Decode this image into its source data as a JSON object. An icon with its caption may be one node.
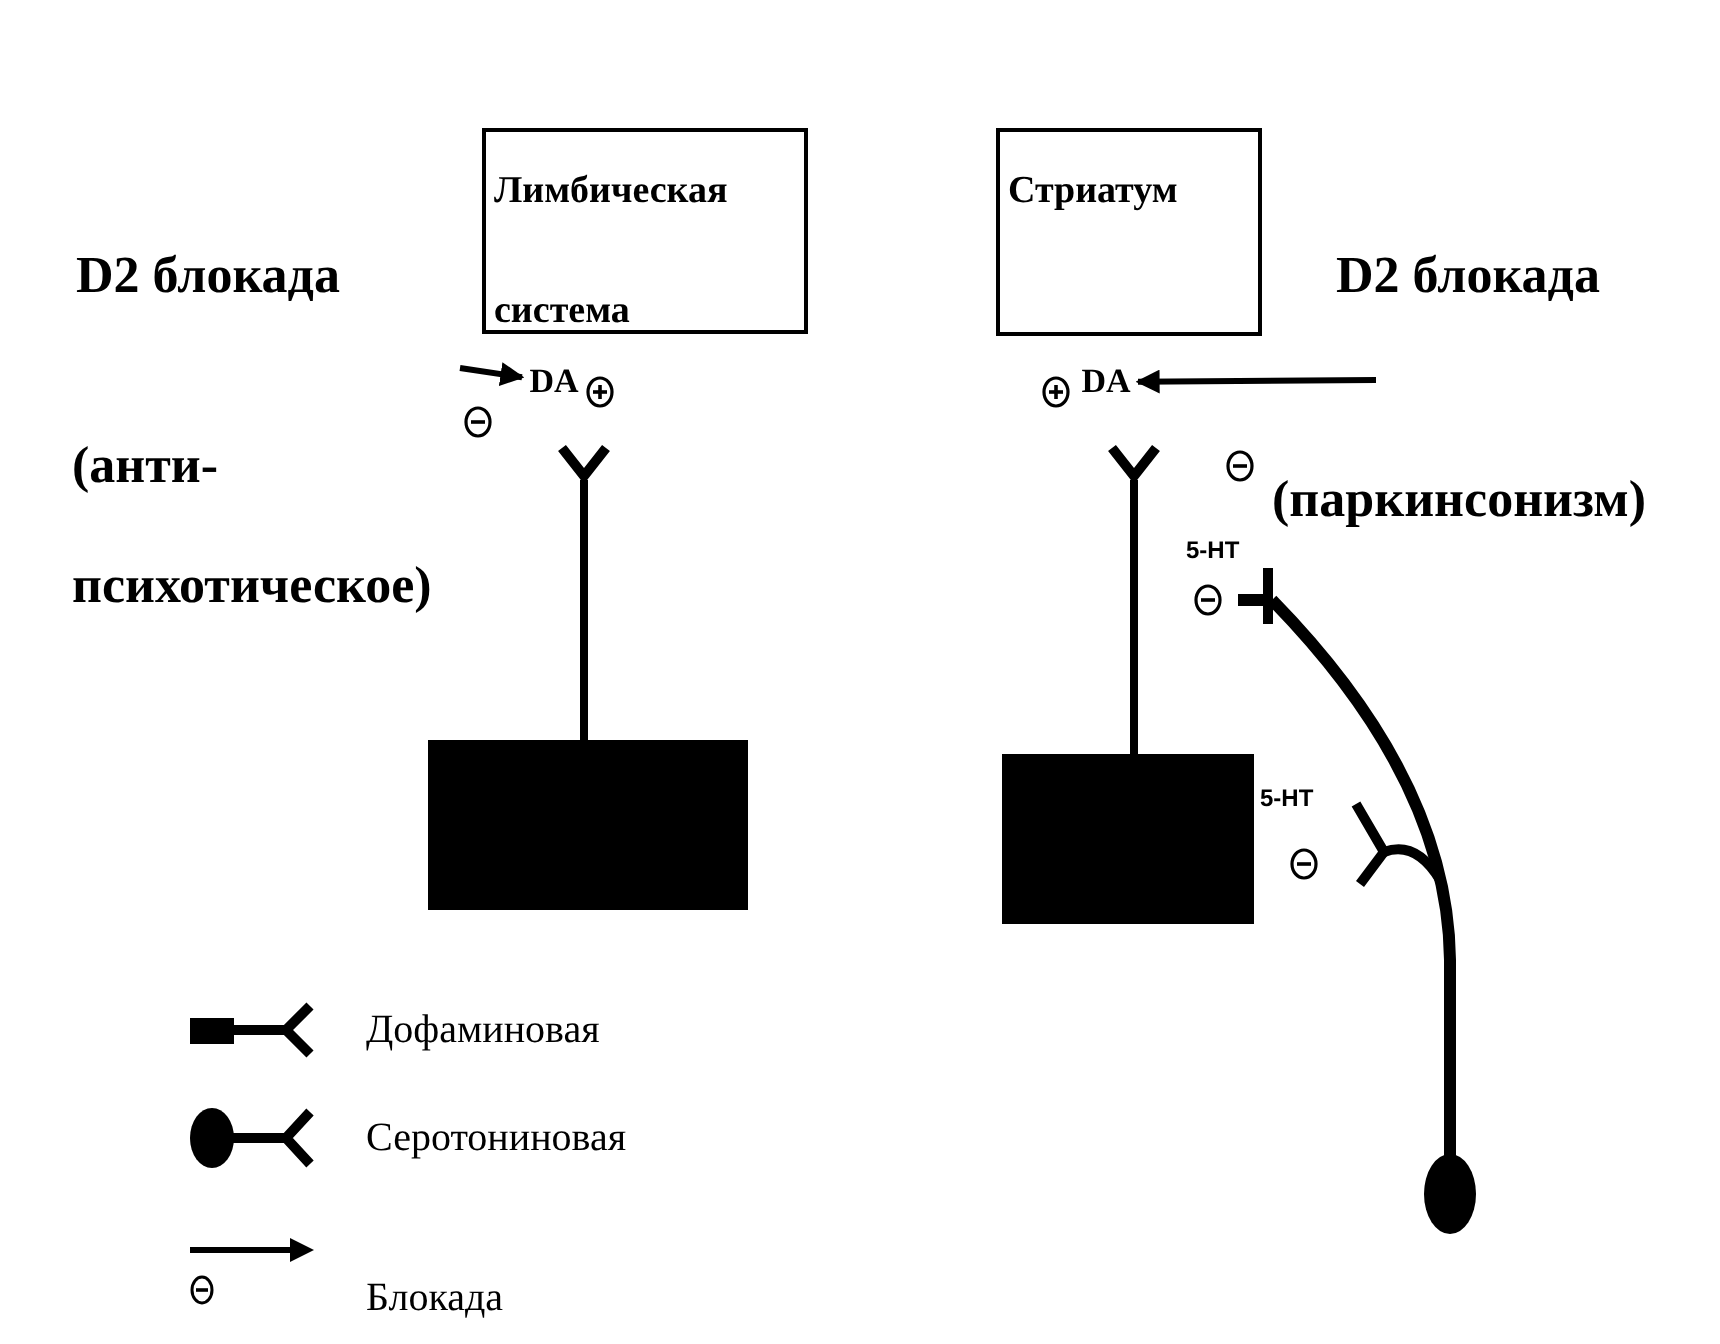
{
  "diagram": {
    "nodes": [
      {
        "text": [
          "Лимбическая система"
        ]
      },
      {
        "text": [
          "Стриатум"
        ]
      },
      {
        "text": [
          "DA"
        ]
      },
      {
        "text": [
          "DA"
        ]
      }
    ],
    "edges": [
      {
        "from": null,
        "to": 2,
        "arrow": "to"
      },
      {
        "from": null,
        "to": 3,
        "arrow": "to"
      }
    ],
    "labels": [
      "D2 блокада",
      "D2 блокада",
      "(анти- психотическое)",
      "(паркинсонизм)",
      "5-HT",
      "5-HT"
    ],
    "legend": [
      {
        "text": "Дофаминовая"
      },
      {
        "text": "Серотониновая"
      },
      {
        "text": "Блокада"
      }
    ]
  }
}
